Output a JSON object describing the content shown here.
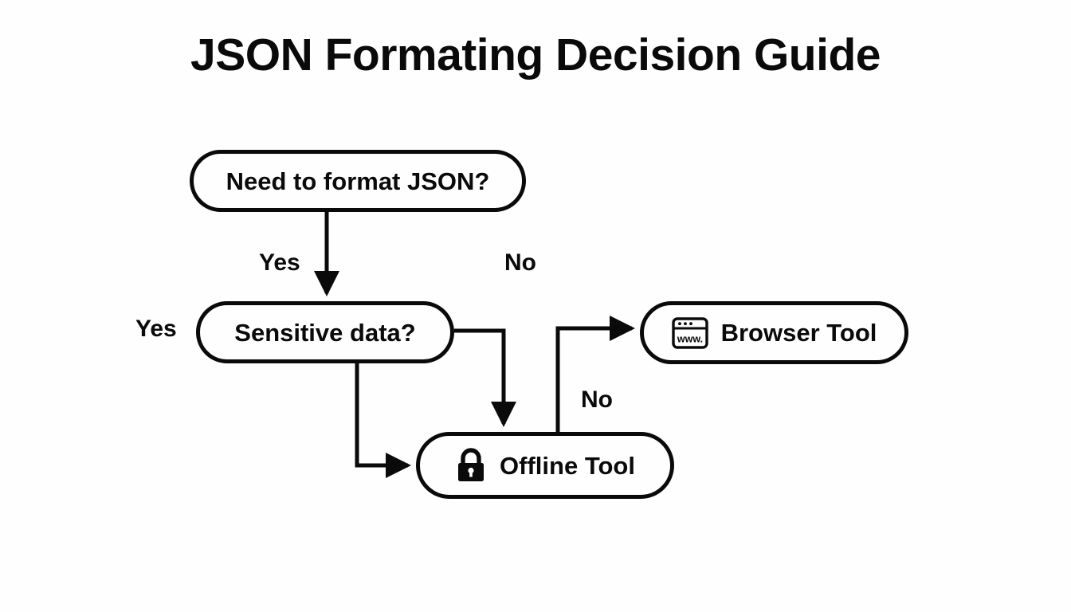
{
  "page": {
    "title": "JSON Formating Decision Guide",
    "background_color": "#fefefe",
    "stroke_color": "#0a0a0a",
    "text_color": "#0a0a0a"
  },
  "diagram": {
    "type": "flowchart",
    "nodes": [
      {
        "id": "need-format",
        "label": "Need to format JSON?",
        "shape": "pill",
        "icon": null
      },
      {
        "id": "sensitive-data",
        "label": "Sensitive data?",
        "shape": "pill",
        "icon": null
      },
      {
        "id": "browser-tool",
        "label": "Browser Tool",
        "shape": "pill",
        "icon": "browser-window-icon",
        "icon_text": "www."
      },
      {
        "id": "offline-tool",
        "label": "Offline Tool",
        "shape": "pill",
        "icon": "lock-icon"
      }
    ],
    "edges": [
      {
        "from": "need-format",
        "to": "sensitive-data",
        "label": "Yes"
      },
      {
        "from": "need-format",
        "to": "browser-tool",
        "label": "No"
      },
      {
        "from": "sensitive-data",
        "to": "offline-tool",
        "label": "Yes"
      },
      {
        "from": "sensitive-data",
        "to": "offline-tool",
        "label": ""
      },
      {
        "from": "sensitive-data",
        "to": "browser-tool",
        "label": "No"
      }
    ],
    "labels": {
      "yes_primary": "Yes",
      "no_primary": "No",
      "yes_secondary": "Yes",
      "no_secondary": "No"
    }
  }
}
